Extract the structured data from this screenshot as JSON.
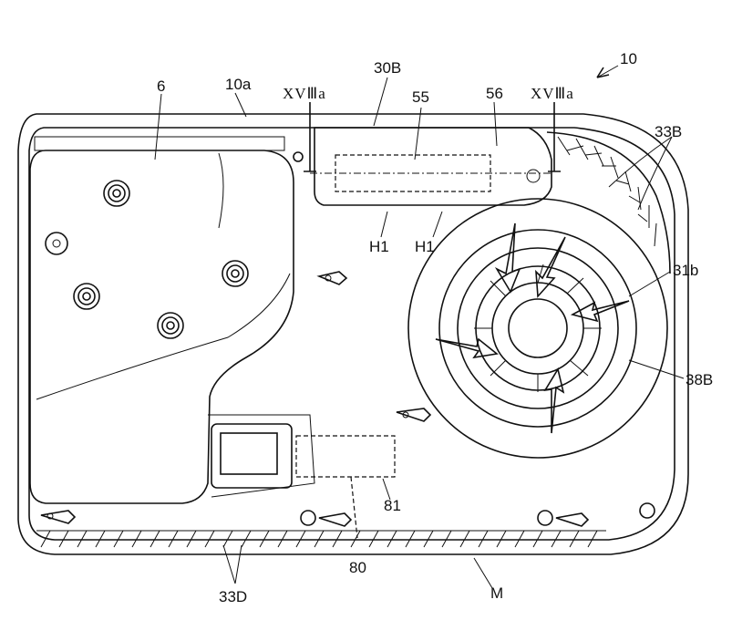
{
  "labels": {
    "device": "10",
    "outer_wall": "10a",
    "panel": "6",
    "vent_top": "30B",
    "section_left": "XVⅢa",
    "section_right": "XVⅢa",
    "duct": "55",
    "cover": "56",
    "fins_right": "33B",
    "holder_left": "H1",
    "holder_right": "H1",
    "fan_edge": "31b",
    "fan_part": "38B",
    "rect_region": "81",
    "opening": "80",
    "fins_bottom": "33D",
    "marker": "M"
  },
  "colors": {
    "line": "#111111",
    "background": "#ffffff"
  }
}
